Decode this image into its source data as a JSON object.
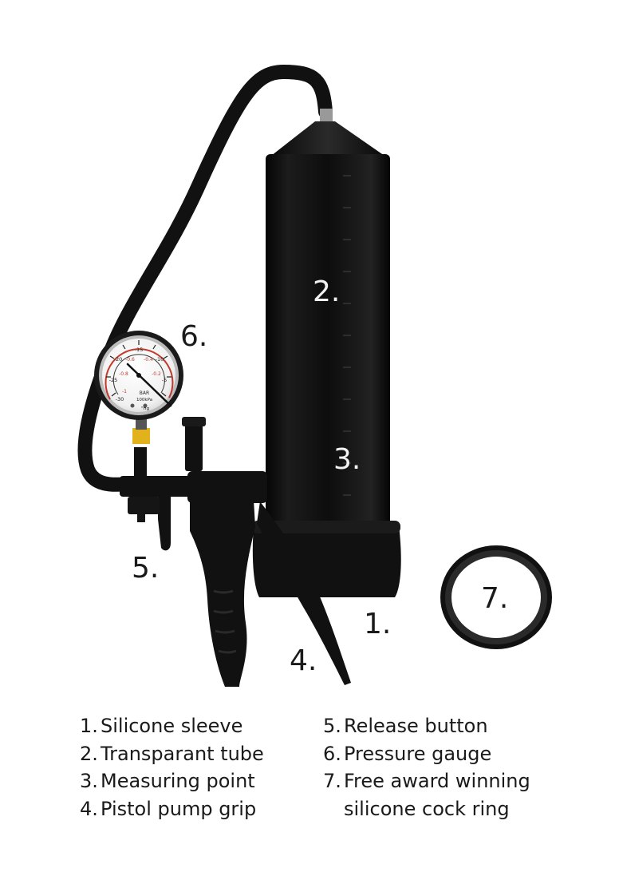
{
  "callouts": {
    "c1": "1.",
    "c2": "2.",
    "c3": "3.",
    "c4": "4.",
    "c5": "5.",
    "c6": "6.",
    "c7": "7."
  },
  "gauge": {
    "unit_bar": "BAR",
    "unit_kpa": "100kPa",
    "unit_hg": "\"Hg",
    "outer_ticks": [
      "-30",
      "-25",
      "-20",
      "-15",
      "-10",
      "-5"
    ],
    "inner_ticks": [
      "-1",
      "-0.8",
      "-0.6",
      "-0.4",
      "-0.2"
    ]
  },
  "legend": {
    "left": [
      {
        "num": "1.",
        "text": "Silicone sleeve"
      },
      {
        "num": "2.",
        "text": "Transparant tube"
      },
      {
        "num": "3.",
        "text": "Measuring point"
      },
      {
        "num": "4.",
        "text": "Pistol pump grip"
      }
    ],
    "right": [
      {
        "num": "5.",
        "text": "Release button"
      },
      {
        "num": "6.",
        "text": "Pressure gauge"
      },
      {
        "num": "7.",
        "text": "Free award winning"
      },
      {
        "num": "",
        "text": "silicone cock ring"
      }
    ]
  },
  "colors": {
    "product_black": "#111111",
    "gauge_face": "#f4f4f4",
    "gauge_red": "#c0392b",
    "brass_fitting": "#e2b21d"
  }
}
